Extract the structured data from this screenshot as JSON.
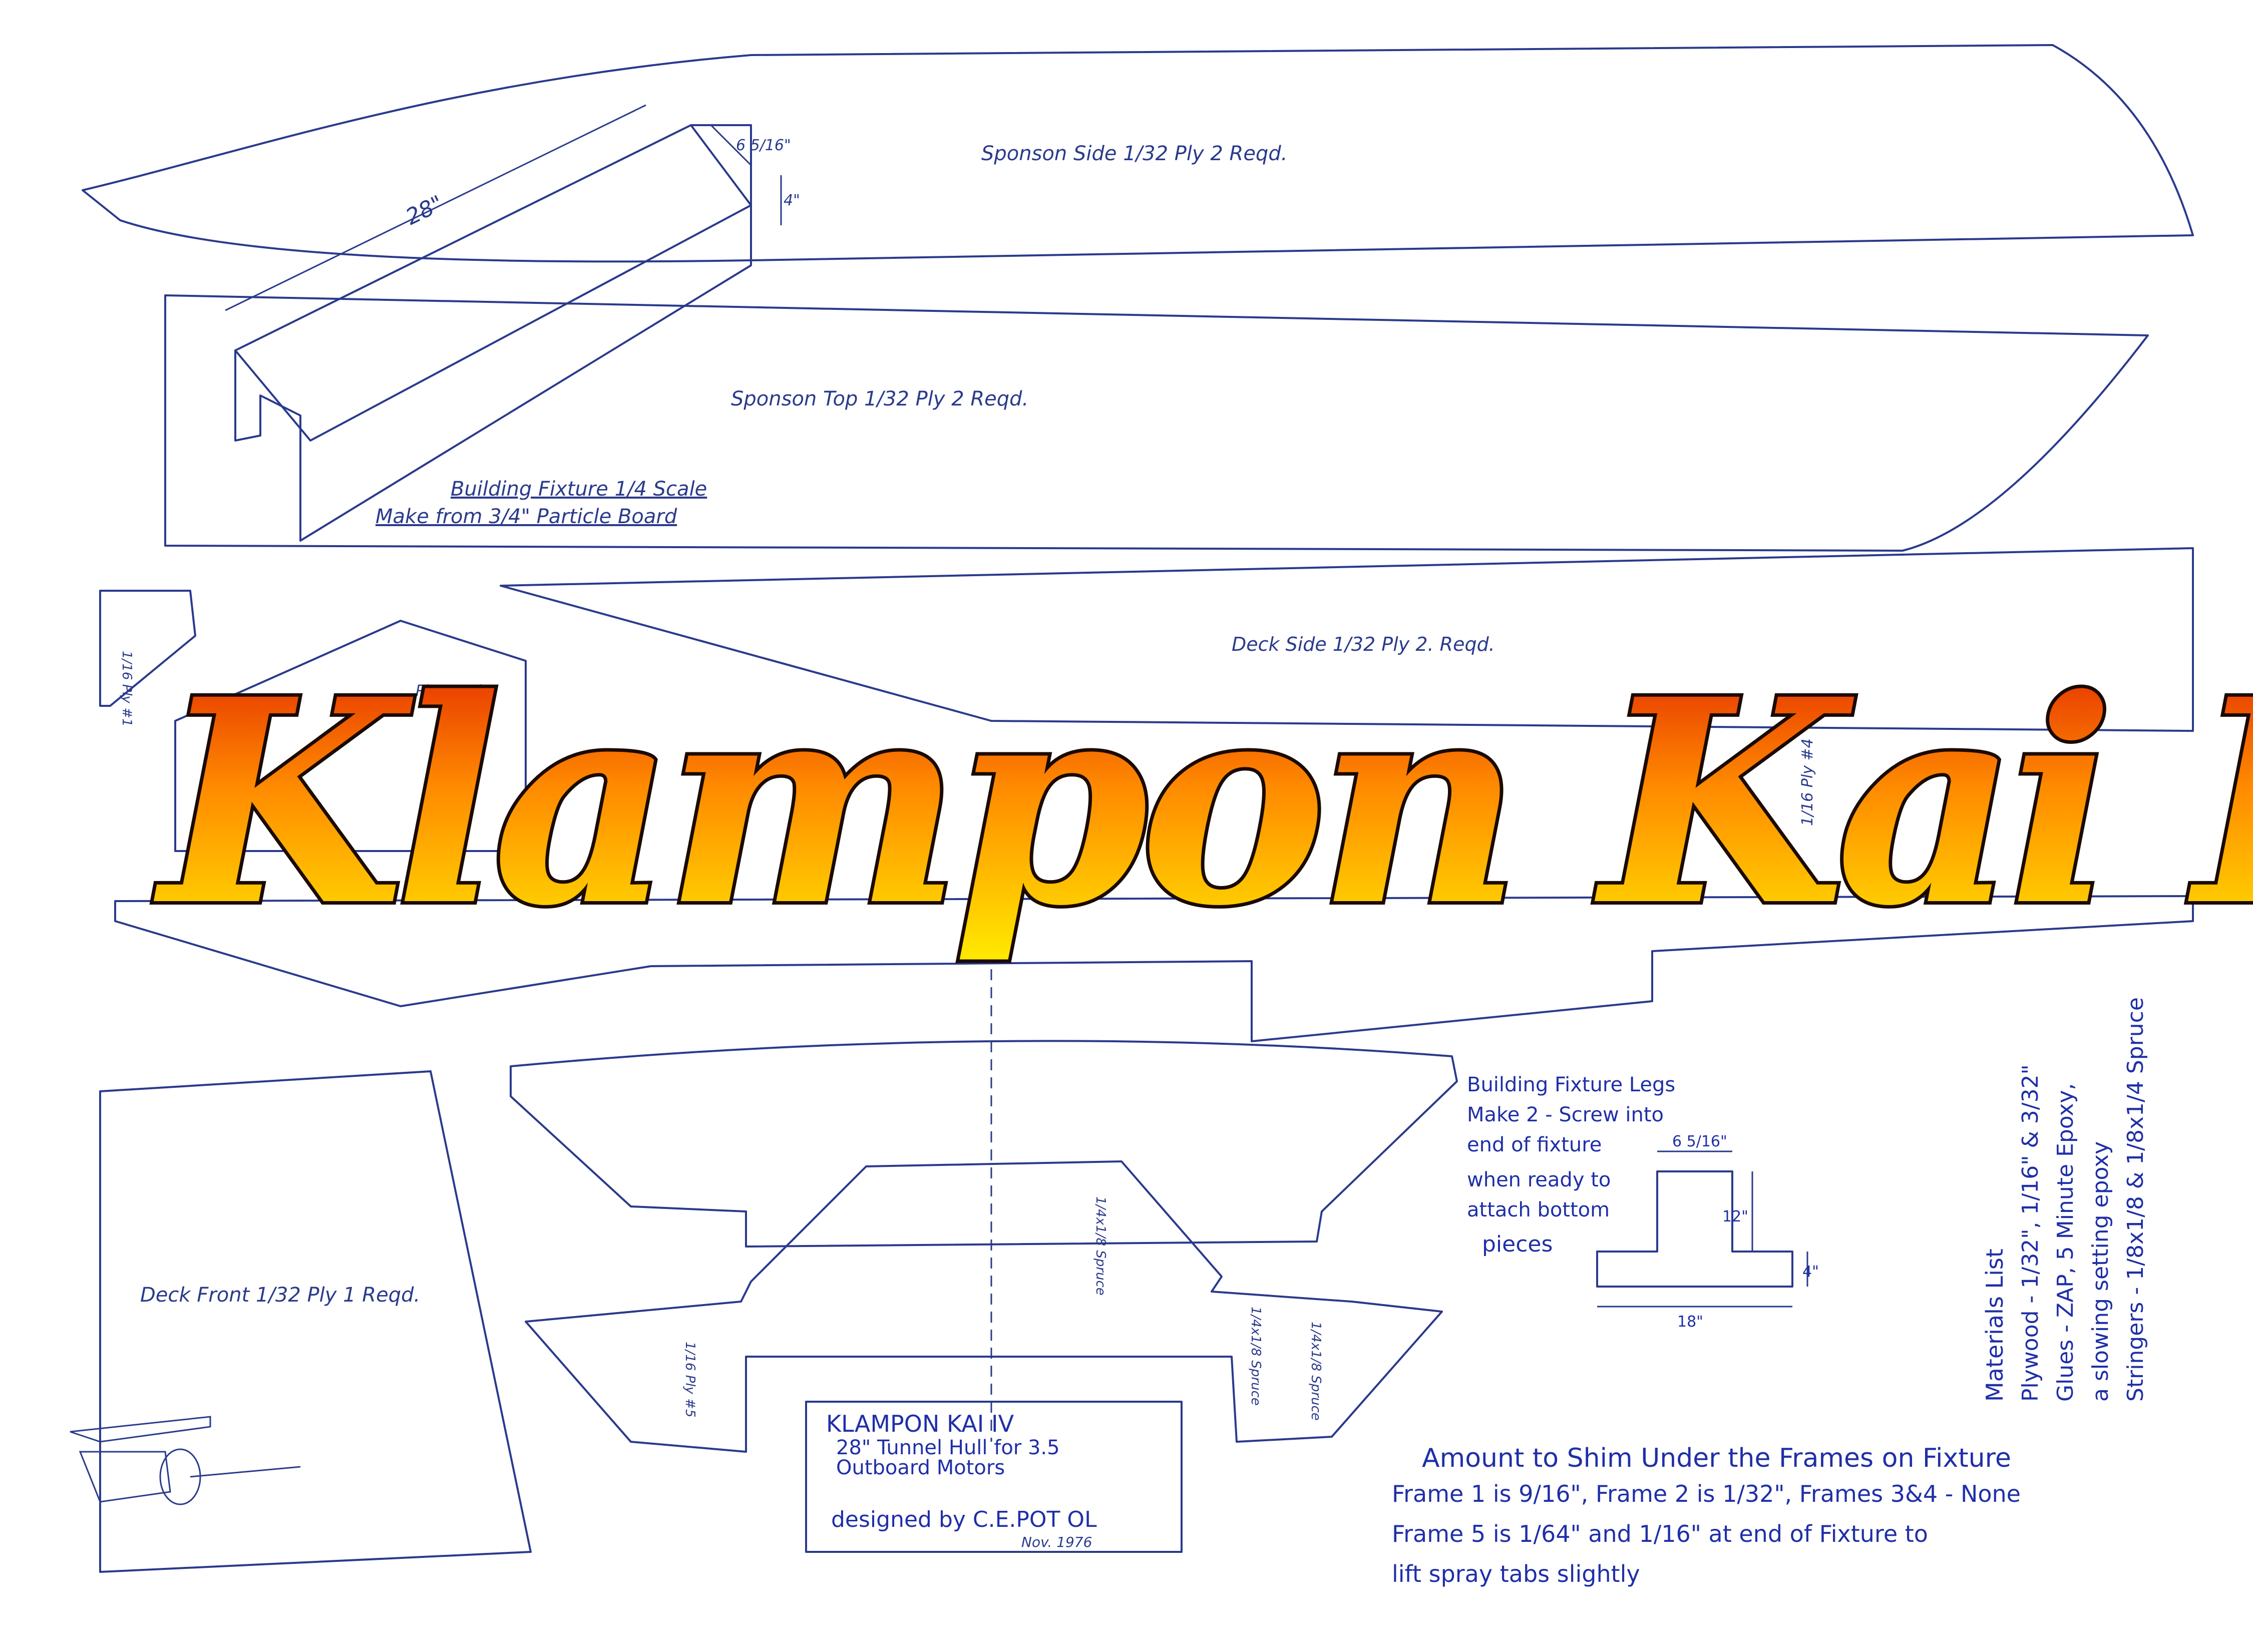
{
  "title": "Klampon Kai IV",
  "labels": {
    "sponson_side": "Sponson  Side   1/32 Ply    2 Reqd.",
    "sponson_top": "Sponson  Top   1/32 Ply    2 Reqd.",
    "fixture_scale": "Building  Fixture   1/4  Scale",
    "fixture_material": "Make  from  3/4\"  Particle  Board",
    "dim_28": "28\"",
    "dim_6_5_16": "6 5/16\"",
    "dim_4": "4\"",
    "deck_side": "Deck   Side   1/32  Ply   2. Reqd.",
    "deck_front": "Deck  Front  1/32 Ply   1 Reqd.",
    "frame1": "1/16 Ply #1",
    "frame2": "Ply Reqd.",
    "frame4": "1/16 Ply #4",
    "frame5": "1/16 Ply #5",
    "spruce1": "1/4x1/8 Spruce",
    "spruce2": "1/4x1/8 Spruce",
    "spruce3": "1/4x1/8 Spruce"
  },
  "fixture_legs": {
    "line1": "Building Fixture Legs",
    "line2": "Make 2 - Screw into",
    "line3": "end of fixture",
    "line4": "when ready to",
    "line5": "attach bottom",
    "line6": "pieces",
    "dim_top": "6 5/16\"",
    "dim_12": "12\"",
    "dim_4": "4\"",
    "dim_18": "18\""
  },
  "materials": {
    "heading": "Materials List",
    "plywood": "Plywood - 1/32\", 1/16\" & 3/32\"",
    "glues": "Glues - ZAP, 5 Minute Epoxy,",
    "epoxy": "a slowing setting epoxy",
    "stringers": "Stringers - 1/8x1/8 & 1/8x1/4 Spruce"
  },
  "title_block": {
    "name": "KLAMPON KAI  IV",
    "desc1": "28\" Tunnel Hull for  3.5",
    "desc2": "Outboard Motors",
    "designer": "designed  by  C.E.POT OL",
    "date": "Nov. 1976"
  },
  "shim_notes": {
    "heading": "Amount to Shim Under the Frames on Fixture",
    "line1": "Frame 1 is 9/16\", Frame 2 is 1/32\", Frames 3&4 - None",
    "line2": "Frame 5 is 1/64\" and 1/16\" at end of Fixture to",
    "line3": "lift spray tabs  slightly"
  },
  "colors": {
    "ink": "#2a3a8c",
    "title_top": "#e02000",
    "title_mid": "#ff8a00",
    "title_bottom": "#ffee00"
  }
}
